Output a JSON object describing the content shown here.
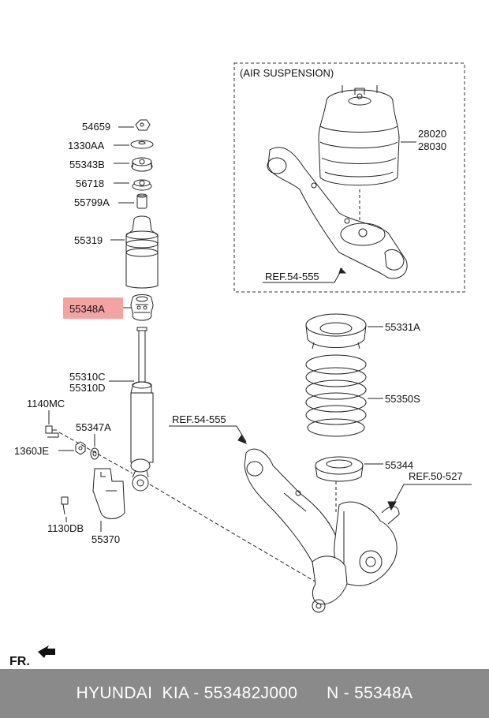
{
  "diagram": {
    "air_suspension_label": "(AIR SUSPENSION)",
    "front_label": "FR.",
    "parts": {
      "p54659": "54659",
      "p1330AA": "1330AA",
      "p55343B": "55343B",
      "p56718": "56718",
      "p55799A": "55799A",
      "p55319": "55319",
      "p55348A": "55348A",
      "p55310C": "55310C",
      "p55310D": "55310D",
      "p1140MC": "1140MC",
      "p55347A": "55347A",
      "p1360JE": "1360JE",
      "p1130DB": "1130DB",
      "p55370": "55370",
      "p28020": "28020",
      "p28030": "28030",
      "p55331A": "55331A",
      "p55350S": "55350S",
      "p55344": "55344"
    },
    "refs": {
      "ref_air": "REF.54-555",
      "ref_arm": "REF.54-555",
      "ref_knuckle": "REF.50-527"
    },
    "highlight_color": "#f4a3a3"
  },
  "footer": {
    "brand": "HYUNDAI  KIA - 553482J000",
    "part_ref": "N - 55348A"
  }
}
